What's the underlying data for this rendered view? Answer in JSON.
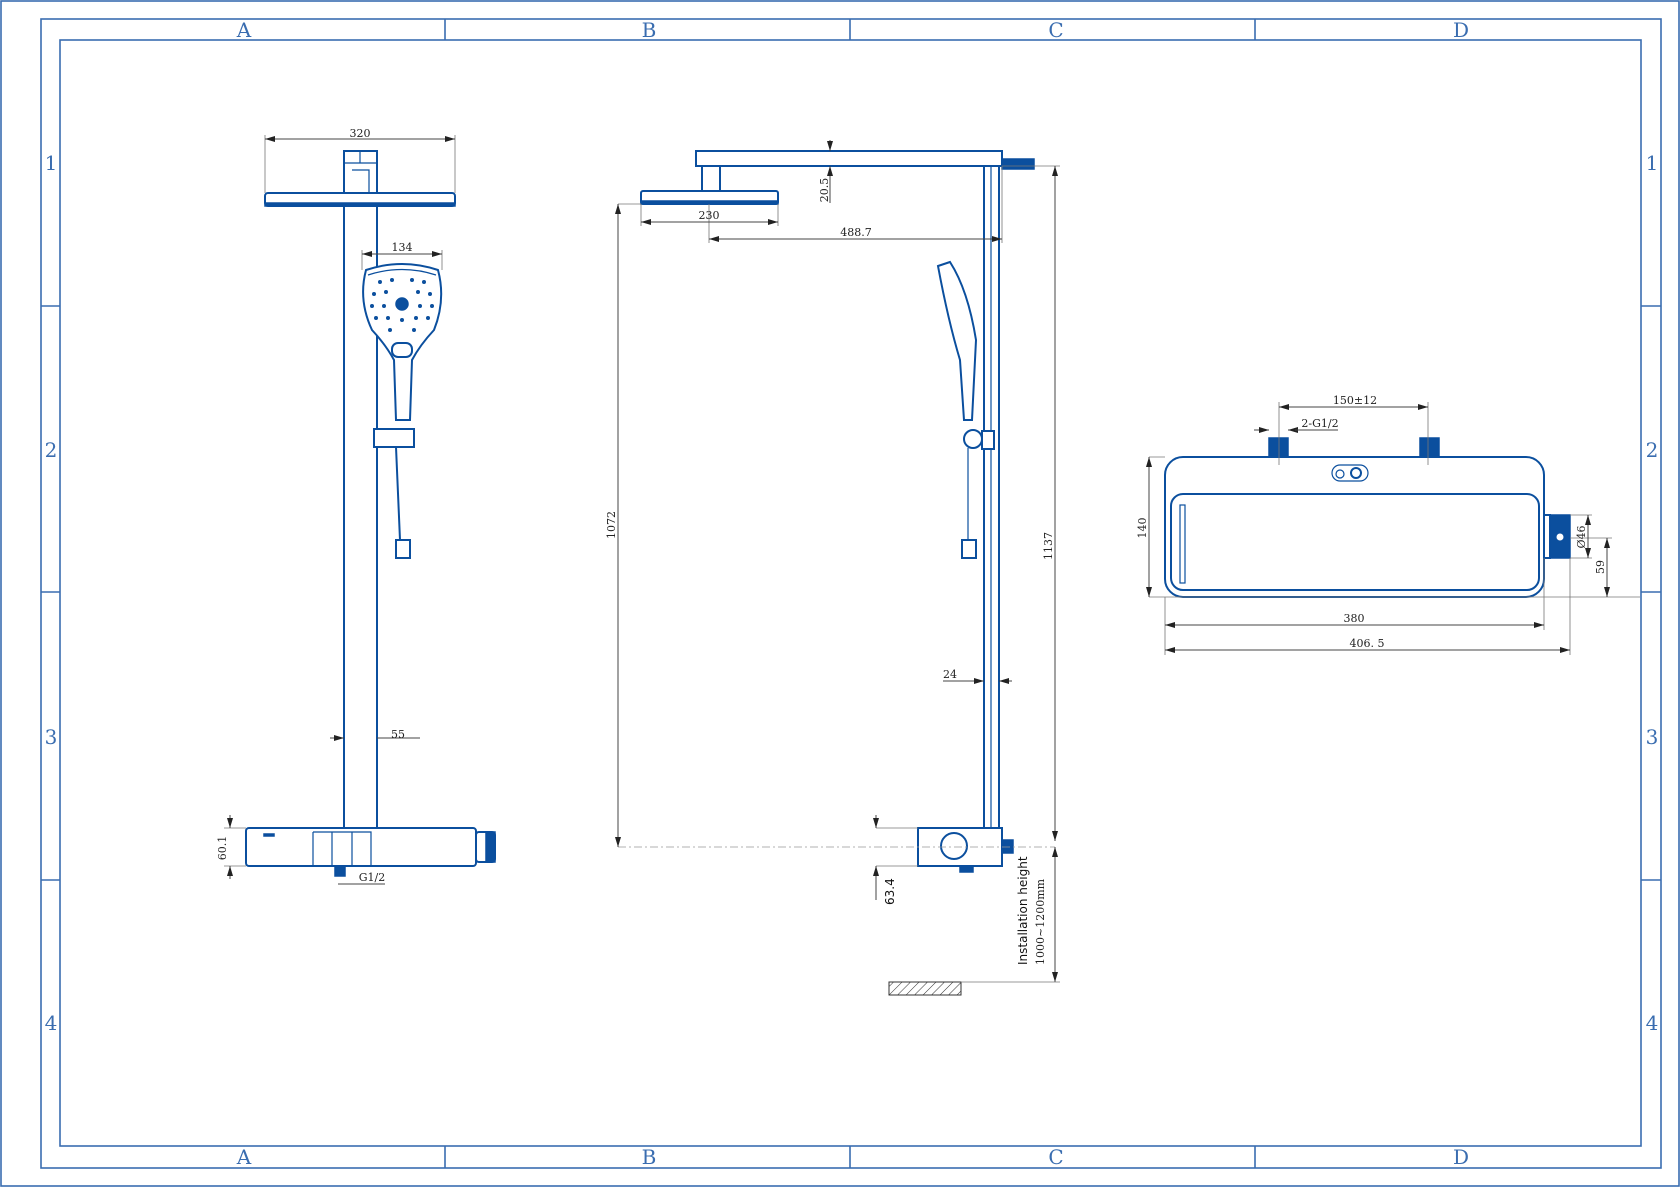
{
  "frame": {
    "columns": [
      "A",
      "B",
      "C",
      "D"
    ],
    "rows": [
      "1",
      "2",
      "3",
      "4"
    ]
  },
  "front_view": {
    "dims": {
      "head_width": "320",
      "hand_width": "134",
      "pipe": "55",
      "valve_height": "60.1",
      "outlet": "G1/2"
    }
  },
  "side_view": {
    "dims": {
      "arm_drop": "20.5",
      "head_depth": "230",
      "arm_length": "488.7",
      "head_height": "1072",
      "total_height": "1137",
      "rail": "24",
      "valve_depth": "63.4"
    },
    "install_label": "Installation height",
    "install_range": "1000~1200mm"
  },
  "valve_view": {
    "dims": {
      "inlet_spacing": "150±12",
      "inlets": "2-G1/2",
      "height": "140",
      "width": "380",
      "overall_width": "406. 5",
      "knob_dia": "Ø46",
      "knob_offset": "59"
    }
  },
  "colors": {
    "line": "#0b4f9e",
    "frame": "#3a6db0"
  }
}
